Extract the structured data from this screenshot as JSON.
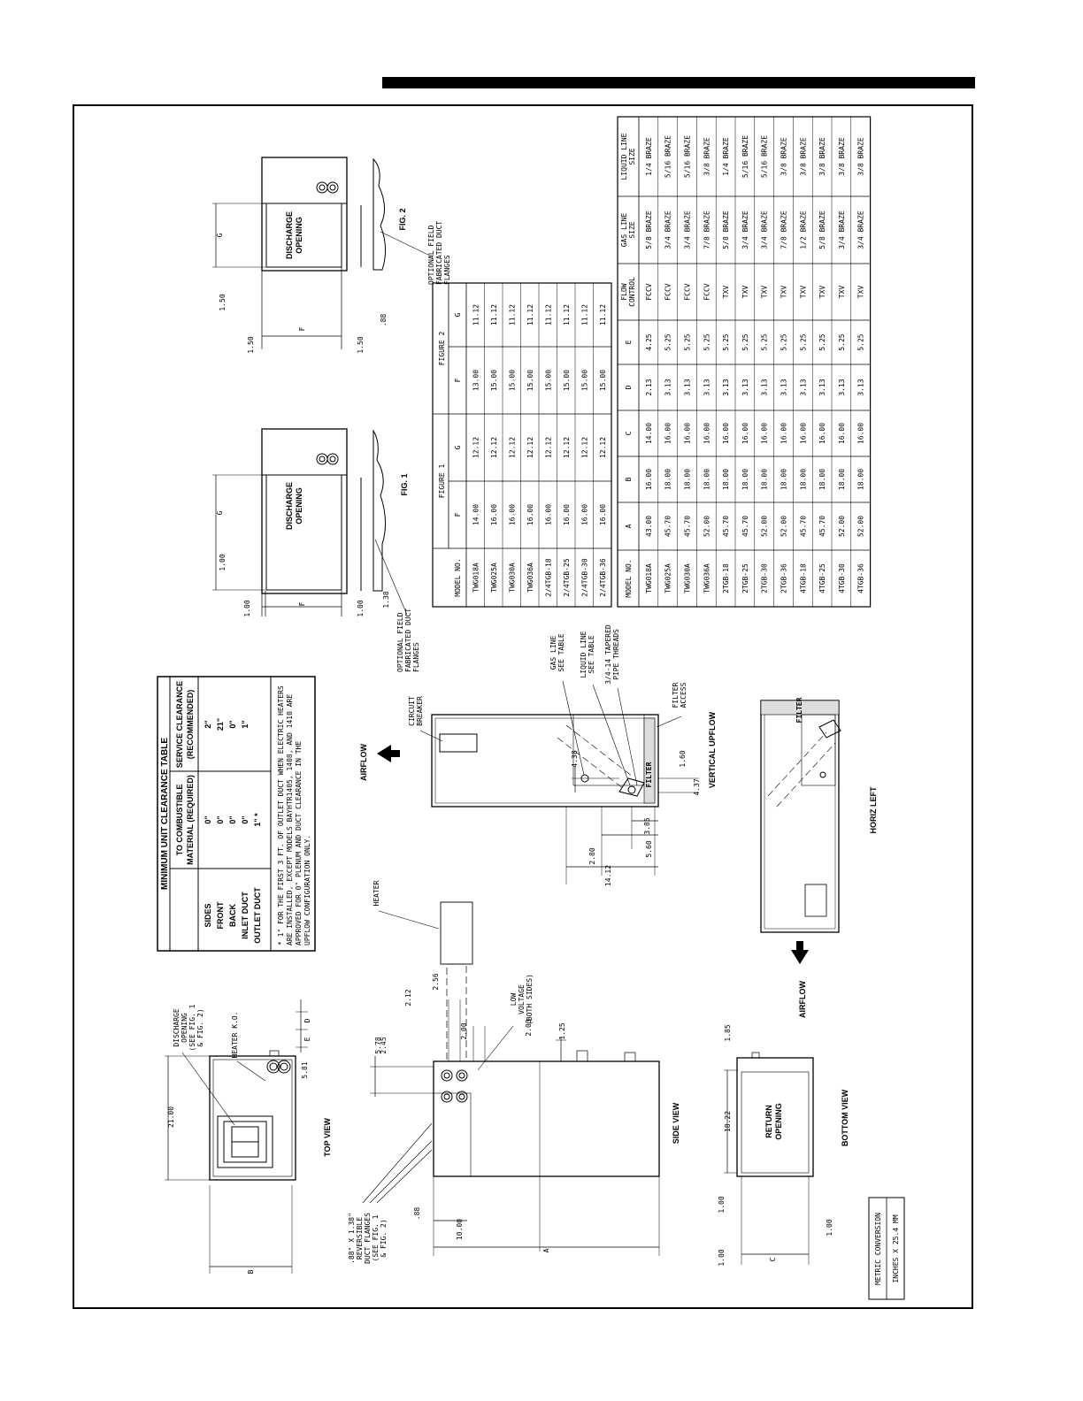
{
  "clearance_table": {
    "title": "MINIMUM UNIT CLEARANCE TABLE",
    "col1_header": [
      "TO COMBUSTIBLE",
      "MATERIAL (REQUIRED)"
    ],
    "col2_header": [
      "SERVICE CLEARANCE",
      "(RECOMMENDED)"
    ],
    "rows": [
      {
        "label": "SIDES",
        "required": "0\"",
        "service": "2\""
      },
      {
        "label": "FRONT",
        "required": "0\"",
        "service": "21\""
      },
      {
        "label": "BACK",
        "required": "0\"",
        "service": "0\""
      },
      {
        "label": "INLET DUCT",
        "required": "0\"",
        "service": "1\""
      },
      {
        "label": "OUTLET DUCT",
        "required": "1\" *",
        "service": ""
      }
    ],
    "footnote": [
      "* 1\" FOR THE FIRST 3 FT. OF OUTLET DUCT WHEN ELECTRIC HEATERS",
      "ARE INSTALLED, EXCEPT MODELS BAYHTR1405, 1408, AND 1410 ARE",
      "APPROVED FOR 0\" PLENUM AND DUCT CLEARANCE IN THE",
      "UPFLOW CONFIGURATION ONLY."
    ]
  },
  "figure_table": {
    "group1": "FIGURE 1",
    "group2": "FIGURE 2",
    "headers": [
      "MODEL NO.",
      "F",
      "G",
      "F",
      "G"
    ],
    "rows": [
      [
        "TWG018A",
        "14.00",
        "12.12",
        "13.00",
        "11.12"
      ],
      [
        "TWG025A",
        "16.00",
        "12.12",
        "15.00",
        "11.12"
      ],
      [
        "TWG030A",
        "16.00",
        "12.12",
        "15.00",
        "11.12"
      ],
      [
        "TWG036A",
        "16.00",
        "12.12",
        "15.00",
        "11.12"
      ],
      [
        "2/4TGB-18",
        "16.00",
        "12.12",
        "15.00",
        "11.12"
      ],
      [
        "2/4TGB-25",
        "16.00",
        "12.12",
        "15.00",
        "11.12"
      ],
      [
        "2/4TGB-30",
        "16.00",
        "12.12",
        "15.00",
        "11.12"
      ],
      [
        "2/4TGB-36",
        "16.00",
        "12.12",
        "15.00",
        "11.12"
      ]
    ]
  },
  "dimension_table": {
    "headers": [
      "MODEL NO.",
      "A",
      "B",
      "C",
      "D",
      "E",
      "FLOW CONTROL",
      "GAS LINE SIZE",
      "LIQUID LINE SIZE"
    ],
    "rows": [
      [
        "TWG018A",
        "43.00",
        "16.00",
        "14.00",
        "2.13",
        "4.25",
        "FCCV",
        "5/8 BRAZE",
        "1/4 BRAZE"
      ],
      [
        "TWG025A",
        "45.70",
        "18.00",
        "16.00",
        "3.13",
        "5.25",
        "FCCV",
        "3/4 BRAZE",
        "5/16 BRAZE"
      ],
      [
        "TWG030A",
        "45.70",
        "18.00",
        "16.00",
        "3.13",
        "5.25",
        "FCCV",
        "3/4 BRAZE",
        "5/16 BRAZE"
      ],
      [
        "TWG036A",
        "52.00",
        "18.00",
        "16.00",
        "3.13",
        "5.25",
        "FCCV",
        "7/8 BRAZE",
        "3/8 BRAZE"
      ],
      [
        "2TGB-18",
        "45.70",
        "18.00",
        "16.00",
        "3.13",
        "5.25",
        "TXV",
        "5/8 BRAZE",
        "1/4 BRAZE"
      ],
      [
        "2TGB-25",
        "45.70",
        "18.00",
        "16.00",
        "3.13",
        "5.25",
        "TXV",
        "3/4 BRAZE",
        "5/16 BRAZE"
      ],
      [
        "2TGB-30",
        "52.00",
        "18.00",
        "16.00",
        "3.13",
        "5.25",
        "TXV",
        "3/4 BRAZE",
        "5/16 BRAZE"
      ],
      [
        "2TGB-36",
        "52.00",
        "18.00",
        "16.00",
        "3.13",
        "5.25",
        "TXV",
        "7/8 BRAZE",
        "3/8 BRAZE"
      ],
      [
        "4TGB-18",
        "45.70",
        "18.00",
        "16.00",
        "3.13",
        "5.25",
        "TXV",
        "1/2 BRAZE",
        "3/8 BRAZE"
      ],
      [
        "4TGB-25",
        "45.70",
        "18.00",
        "16.00",
        "3.13",
        "5.25",
        "TXV",
        "5/8 BRAZE",
        "3/8 BRAZE"
      ],
      [
        "4TGB-30",
        "52.00",
        "18.00",
        "16.00",
        "3.13",
        "5.25",
        "TXV",
        "3/4 BRAZE",
        "3/8 BRAZE"
      ],
      [
        "4TGB-36",
        "52.00",
        "18.00",
        "16.00",
        "3.13",
        "5.25",
        "TXV",
        "3/4 BRAZE",
        "3/8 BRAZE"
      ]
    ]
  },
  "fig1": {
    "title": "FIG. 1",
    "opening": [
      "DISCHARGE",
      "OPENING"
    ],
    "dim_g": "G",
    "dim_f": "F",
    "dim_top": "1.00",
    "dim_bot": "1.00",
    "dim_flange": "1.38",
    "note": [
      "OPTIONAL FIELD",
      "FABRICATED DUCT",
      "FLANGES"
    ]
  },
  "fig2": {
    "title": "FIG. 2",
    "opening": [
      "DISCHARGE",
      "OPENING"
    ],
    "dim_g": "G",
    "dim_f": "F",
    "dim_top": "1.50",
    "dim_bot": "1.50",
    "dim_flange": ".88",
    "note": [
      "OPTIONAL FIELD",
      "FABRICATED DUCT",
      "FLANGES"
    ]
  },
  "top_view": {
    "title": "TOP VIEW",
    "dim_width": "21.00",
    "dim_b": "B",
    "dim_d": "D",
    "dim_e": "E",
    "dim_581": "5.81",
    "discharge_note": [
      "DISCHARGE",
      "OPENING",
      "(SEE FIG. 1",
      "& FIG. 2)"
    ],
    "heater_ko": "HEATER K.O."
  },
  "side_view": {
    "title": "SIDE VIEW",
    "heater": "HEATER",
    "low_voltage": [
      "LOW",
      "VOLTAGE",
      "(BOTH SIDES)"
    ],
    "dims": {
      "d578": "5.78",
      "d245": "2.45",
      "d212": "2.12",
      "d256": "2.56",
      "d200": "2.00",
      "d203": "2.03",
      "d125": "1.25",
      "d88": ".88",
      "d1000": "10.00",
      "da": "A"
    },
    "flange_note": [
      ".88\" X 1.38\"",
      "REVERSIBLE",
      "DUCT FLANGES",
      "(SEE FIG. 1",
      "& FIG. 2)"
    ]
  },
  "bottom_view": {
    "title": "BOTTOM VIEW",
    "opening": [
      "RETURN",
      "OPENING"
    ],
    "dims": {
      "d185": "1.85",
      "d1822": "18.22",
      "d100a": "1.00",
      "d100b": "1.00",
      "dc": "C"
    }
  },
  "vertical_upflow": {
    "title": "VERTICAL UPFLOW",
    "airflow": "AIRFLOW",
    "circuit_breaker": [
      "CIRCUIT",
      "BREAKER"
    ],
    "gas_line": [
      "GAS LINE",
      "SEE TABLE"
    ],
    "liquid_line": [
      "LIQUID LINE",
      "SEE TABLE"
    ],
    "threads": [
      "3/4-14 TAPERED",
      "PIPE THREADS"
    ],
    "filter_access": [
      "FILTER",
      "ACCESS"
    ],
    "filter": "FILTER",
    "dims": {
      "d438": "4.38",
      "d160": "1.60",
      "d437": "4.37",
      "d385": "3.85",
      "d560": "5.60",
      "d280": "2.80",
      "d1412": "14.12"
    }
  },
  "horiz_left": {
    "title": "HORIZ LEFT",
    "airflow": "AIRFLOW",
    "filter": "FILTER"
  },
  "metric": [
    "METRIC CONVERSION",
    "INCHES X 25.4 MM"
  ]
}
